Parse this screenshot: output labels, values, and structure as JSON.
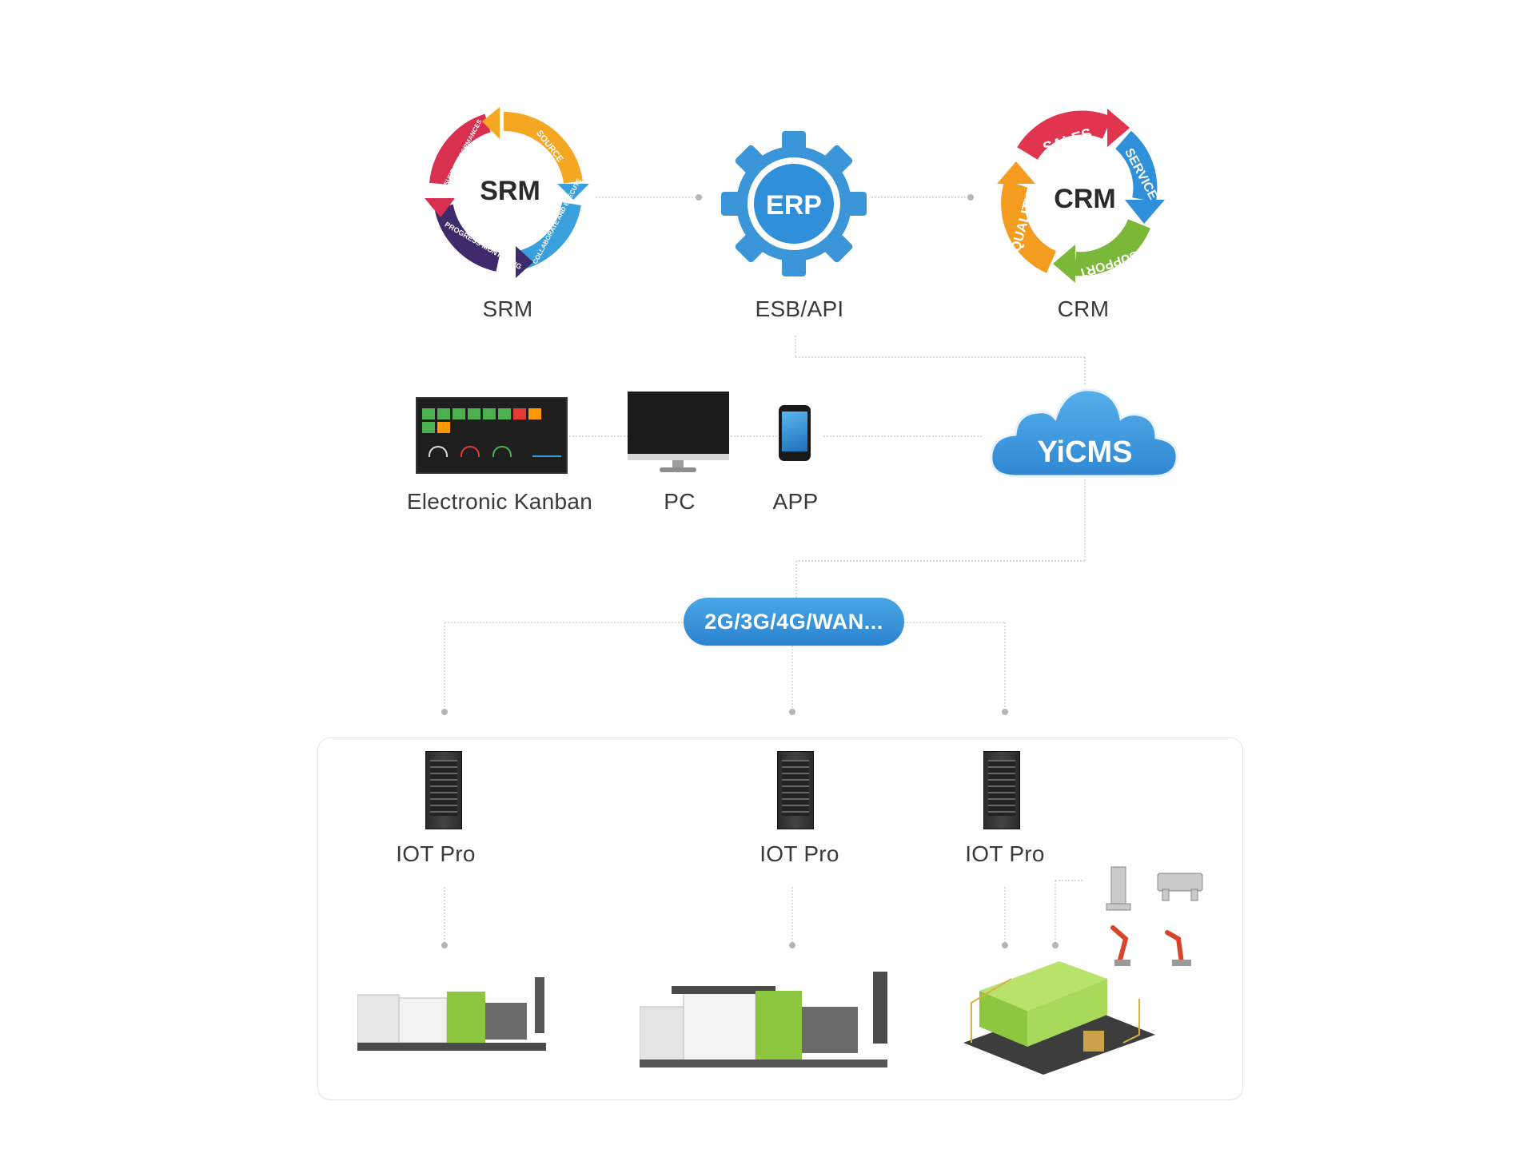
{
  "top": {
    "srm": {
      "badge": "SRM",
      "label": "SRM",
      "segments": [
        "SOURCE",
        "COLLABORATE AND EXECUTE",
        "PROGRESS MONTORING",
        "MEASURE PERFORMANCES"
      ]
    },
    "erp": {
      "badge": "ERP",
      "label": "ESB/API"
    },
    "crm": {
      "badge": "CRM",
      "label": "CRM",
      "segments": [
        "SALES",
        "SERVICE",
        "SUPPORT",
        "QUALITY"
      ]
    }
  },
  "middle": {
    "devices": [
      {
        "label": "Electronic Kanban"
      },
      {
        "label": "PC"
      },
      {
        "label": "APP"
      }
    ],
    "cloud": {
      "label": "YiCMS"
    }
  },
  "network": {
    "label": "2G/3G/4G/WAN..."
  },
  "iot": [
    {
      "label": "IOT Pro"
    },
    {
      "label": "IOT Pro"
    },
    {
      "label": "IOT Pro"
    }
  ],
  "colors": {
    "erp_blue": "#2f8fd8",
    "cloud_blue": "#3d9ce0",
    "pill_blue": "#2f8fd8",
    "machine_green": "#8dc63f",
    "srm_red": "#d9304f",
    "srm_orange": "#f5a623",
    "srm_blue": "#3aa0dc",
    "srm_purple": "#3f2a6b",
    "crm_red": "#e0344f",
    "crm_blue": "#2f8fd8",
    "crm_green": "#7ab83a",
    "crm_orange": "#f39c1f"
  }
}
